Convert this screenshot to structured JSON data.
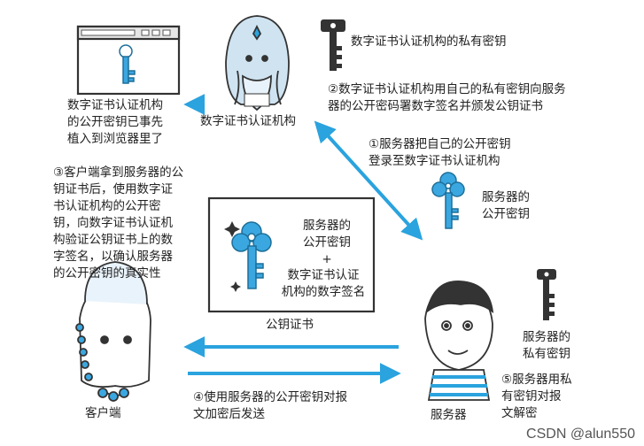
{
  "browser_note": "数字证书认证机构\n的公开密钥已事先\n植入到浏览器里了",
  "ca": {
    "label": "数字证书认证机构",
    "private_key_label": "数字证书认证机构的私有密钥"
  },
  "steps": {
    "step1": "①服务器把自己的公开密钥\n登录至数字证书认证机构",
    "step2": "②数字证书认证机构用自己的私有密钥向服务\n器的公开密码署数字签名并颁发公钥证书",
    "step3": "③客户端拿到服务器的公\n钥证书后，使用数字证\n书认证机构的公开密\n钥，向数字证书认证机\n构验证公钥证书上的数\n字签名，以确认服务器\n的公开密钥的真实性",
    "step4": "④使用服务器的公开密钥对报\n文加密后发送",
    "step5": "⑤服务器用私\n有密钥对报\n文解密"
  },
  "server_public_key_label": "服务器的\n公开密钥",
  "certificate": {
    "line1": "服务器的",
    "line2": "公开密钥",
    "plus": "+",
    "line3": "数字证书认证",
    "line4": "机构的数字签名",
    "caption": "公钥证书"
  },
  "client_label": "客户端",
  "server_label": "服务器",
  "server_private_key_label": "服务器的\n私有密钥",
  "watermark": "CSDN @alun550",
  "colors": {
    "arrow": "#2aa3de",
    "public_key": "#3ba7e0",
    "private_key": "#333333"
  }
}
